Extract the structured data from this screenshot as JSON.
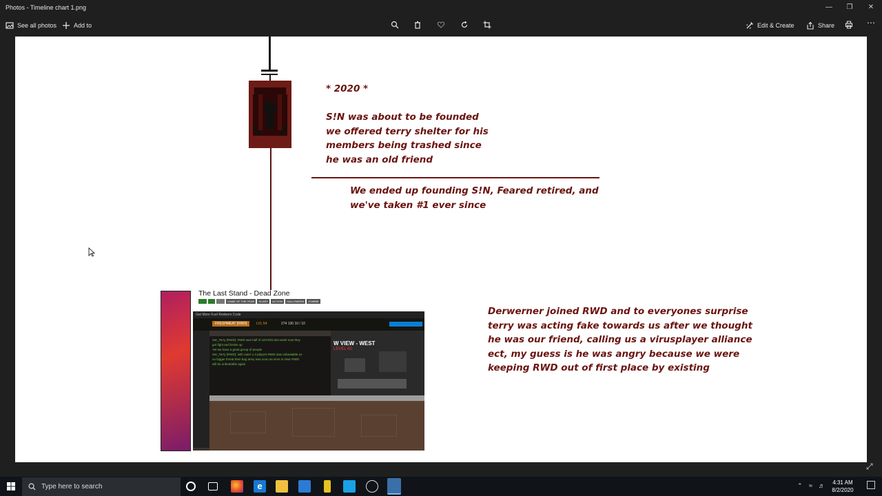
{
  "window": {
    "title": "Photos - Timeline chart 1.png"
  },
  "toolbar": {
    "see_all_label": "See all photos",
    "add_to_label": "Add to",
    "edit_create_label": "Edit & Create",
    "share_label": "Share"
  },
  "timeline": {
    "note_2020": "* 2020 *\n\nS!N was about to be founded\nwe offered terry shelter for his\nmembers being trashed since\nhe was an old friend",
    "note_founding": "We ended up founding S!N, Feared retired, and\nwe've taken #1 ever since",
    "note_rwd": "Derwerner joined RWD and to everyones surprise\nterry was acting fake towards us after we thought\nhe was our friend, calling us a virusplayer alliance\nect, my guess is he was angry because we were\nkeeping RWD out of first place by existing"
  },
  "game_card": {
    "title": "The Last Stand - Dead Zone",
    "tags": [
      "GAME OF THE YEAR",
      "SCARY",
      "ACTION",
      "HALLOWEEN",
      "ZOMBIE"
    ],
    "screenshot": {
      "top_bar": "Get More Fuel    Redeem Code",
      "player_name": "FRESHMEAT [RWD]",
      "level": "LVL 54",
      "stats": "274   130   10 / 10",
      "map_label": "W VIEW - WEST",
      "map_sublabel": "LEVEL 60",
      "chat_lines": [
        {
          "text": "Sar_Terry (RWD): RWD was half of LEGION last week now they",
          "style": "green"
        },
        {
          "text": "got fight and broke up",
          "style": "green"
        },
        {
          "text": "Yet we have a great group of people",
          "style": "green"
        },
        {
          "text": "Sar_Terry (RWD): with outer u 3 players RWD was unbeatable so",
          "style": "green"
        },
        {
          "text": "no bigger threat then bag army was soon as virus is clear RWD",
          "style": "green"
        },
        {
          "text": "will be unbeatable again",
          "style": "green"
        }
      ]
    }
  },
  "taskbar": {
    "search_placeholder": "Type here to search",
    "time": "4:31 AM",
    "date": "8/2/2020"
  },
  "colors": {
    "note_text": "#6a1410",
    "banner": "#6d1b16",
    "canvas": "#ffffff",
    "chrome_bg": "#1f1f1f"
  }
}
